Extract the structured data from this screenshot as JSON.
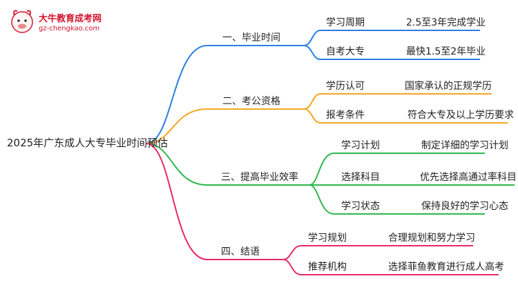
{
  "logo": {
    "title": "大牛教育成考网",
    "url": "gz-chengkao.com",
    "icon": "bull-mascot-icon",
    "color": "#d2142d"
  },
  "root": "2025年广东成人大专毕业时间预估",
  "branches": [
    {
      "label": "一、毕业时间",
      "color": "#2b7de0",
      "children": [
        {
          "label": "学习周期",
          "value": "2.5至3年完成学业"
        },
        {
          "label": "自考大专",
          "value": "最快1.5至2年毕业"
        }
      ]
    },
    {
      "label": "二、考公资格",
      "color": "#f5a623",
      "children": [
        {
          "label": "学历认可",
          "value": "国家承认的正规学历"
        },
        {
          "label": "报考条件",
          "value": "符合大专及以上学历要求"
        }
      ]
    },
    {
      "label": "三、提高毕业效率",
      "color": "#2db84b",
      "children": [
        {
          "label": "学习计划",
          "value": "制定详细的学习计划"
        },
        {
          "label": "选择科目",
          "value": "优先选择高通过率科目"
        },
        {
          "label": "学习状态",
          "value": "保持良好的学习心态"
        }
      ]
    },
    {
      "label": "四、结语",
      "color": "#e8276b",
      "children": [
        {
          "label": "学习规划",
          "value": "合理规划和努力学习"
        },
        {
          "label": "推荐机构",
          "value": "选择菲鱼教育进行成人高考"
        }
      ]
    }
  ]
}
